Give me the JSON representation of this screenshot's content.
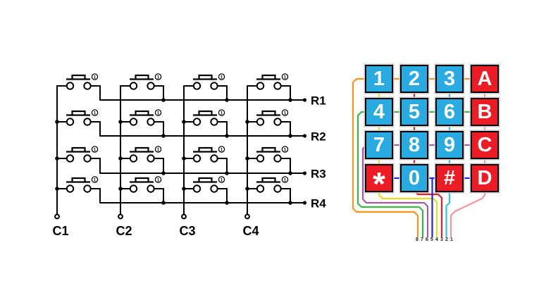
{
  "schematic": {
    "row_labels": [
      "R1",
      "R2",
      "R3",
      "R4"
    ],
    "col_labels": [
      "C1",
      "C2",
      "C3",
      "C4"
    ],
    "switch_indicator": "1",
    "switch_count": 16
  },
  "keypad": {
    "keys": [
      {
        "label": "1",
        "variant": "blue"
      },
      {
        "label": "2",
        "variant": "blue"
      },
      {
        "label": "3",
        "variant": "blue"
      },
      {
        "label": "A",
        "variant": "red"
      },
      {
        "label": "4",
        "variant": "blue"
      },
      {
        "label": "5",
        "variant": "blue"
      },
      {
        "label": "6",
        "variant": "blue"
      },
      {
        "label": "B",
        "variant": "red"
      },
      {
        "label": "7",
        "variant": "blue"
      },
      {
        "label": "8",
        "variant": "blue"
      },
      {
        "label": "9",
        "variant": "blue"
      },
      {
        "label": "C",
        "variant": "red"
      },
      {
        "label": "*",
        "variant": "red"
      },
      {
        "label": "0",
        "variant": "blue"
      },
      {
        "label": "#",
        "variant": "red"
      },
      {
        "label": "D",
        "variant": "red"
      }
    ],
    "key_colors": {
      "blue": "#29abe2",
      "red": "#ed1c24"
    },
    "pin_labels": [
      "8",
      "7",
      "6",
      "5",
      "4",
      "3",
      "2",
      "1"
    ],
    "wires": [
      {
        "id": "row1",
        "name": "orange",
        "color": "#f7941e",
        "pin": "8"
      },
      {
        "id": "row2",
        "name": "green",
        "color": "#3bb54a",
        "pin": "7"
      },
      {
        "id": "row3",
        "name": "purple",
        "color": "#a55aa5",
        "pin": "6"
      },
      {
        "id": "row4",
        "name": "blue",
        "color": "#2026e0",
        "pin": "5"
      },
      {
        "id": "col1",
        "name": "yellow",
        "color": "#e6de18",
        "pin": "4"
      },
      {
        "id": "col2",
        "name": "red",
        "color": "#ed1c24",
        "pin": "3"
      },
      {
        "id": "col3",
        "name": "cyan",
        "color": "#2cc7e6",
        "pin": "2"
      },
      {
        "id": "col4",
        "name": "pink",
        "color": "#f9949d",
        "pin": "1"
      }
    ]
  }
}
